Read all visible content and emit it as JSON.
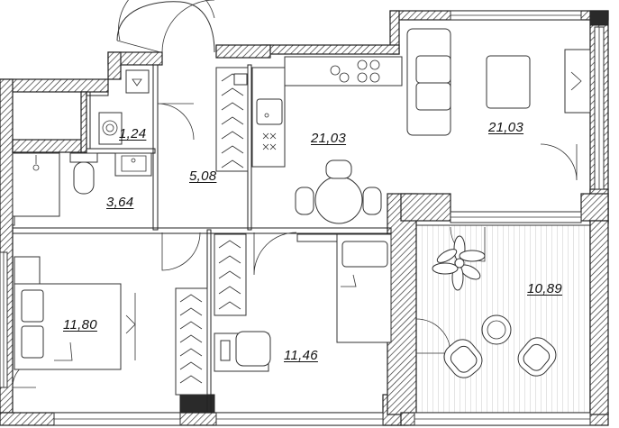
{
  "rooms": [
    {
      "id": "bathroom-small",
      "area": "1,24"
    },
    {
      "id": "bathroom",
      "area": "3,64"
    },
    {
      "id": "hallway",
      "area": "5,08"
    },
    {
      "id": "kitchen",
      "area": "21,03"
    },
    {
      "id": "living-room",
      "area": "21,03"
    },
    {
      "id": "bedroom-1",
      "area": "11,80"
    },
    {
      "id": "bedroom-2",
      "area": "11,46"
    },
    {
      "id": "balcony",
      "area": "10,89"
    }
  ]
}
